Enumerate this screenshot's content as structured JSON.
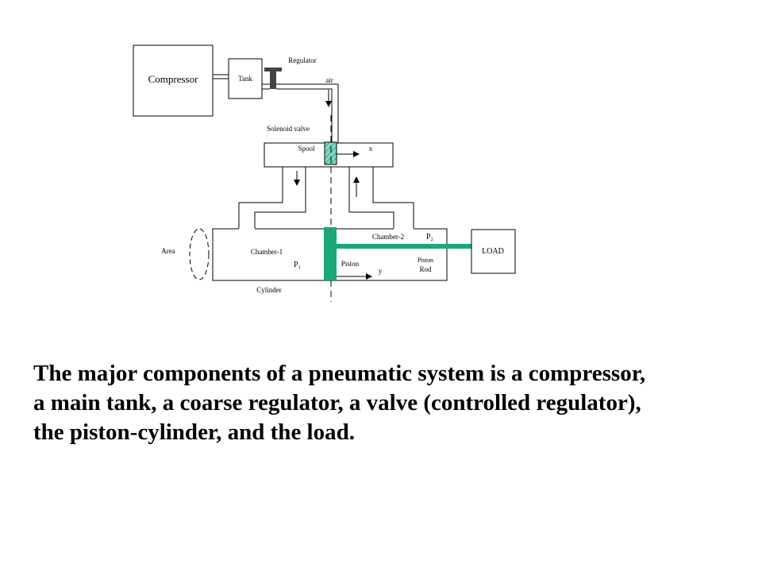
{
  "diagram": {
    "labels": {
      "compressor": "Compressor",
      "tank": "Tank",
      "regulator": "Regulator",
      "air": "air",
      "solenoid_valve": "Solenoid valve",
      "spool": "Spool",
      "x": "x",
      "chamber1": "Chamber-1",
      "chamber2": "Chamber-2",
      "p1_base": "P",
      "p1_sub": "1",
      "p2_base": "P",
      "p2_sub": "2",
      "area": "Area",
      "piston": "Piston",
      "piston_rod_line1": "Piston",
      "piston_rod_line2": "Rod",
      "y": "y",
      "cylinder": "Cylinder",
      "load": "LOAD"
    },
    "colors": {
      "piston": "#1aa876",
      "spool_hatch": "#7fd8c4",
      "line": "#000000"
    }
  },
  "caption": {
    "line1": "The major components of a pneumatic system is a compressor,",
    "line2": "a main tank, a coarse regulator, a valve (controlled regulator),",
    "line3": "the piston-cylinder, and the load."
  }
}
